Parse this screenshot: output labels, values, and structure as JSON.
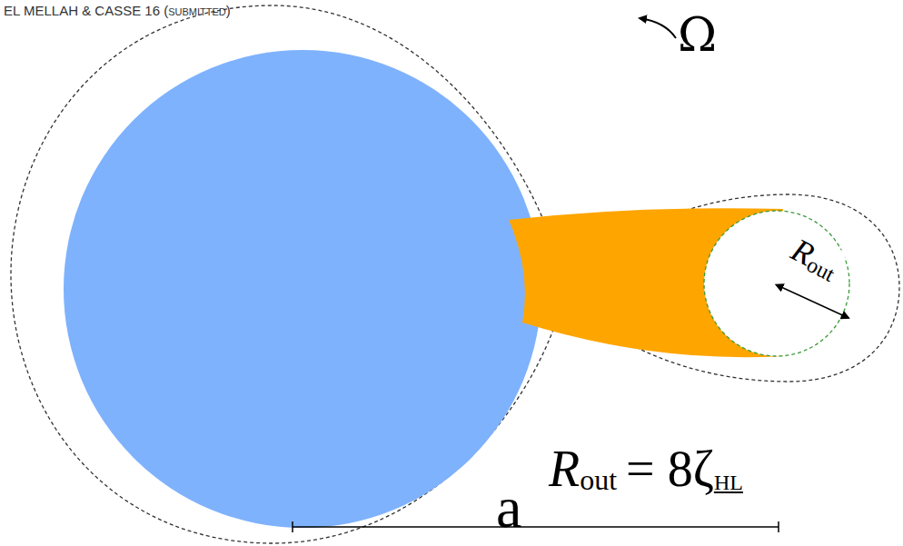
{
  "diagram": {
    "labels": [
      "EL MELLAH & CASSE 16 (submitted)",
      "Ω",
      "R",
      "out",
      "a",
      "R",
      "out",
      "= 8ζ",
      "HL"
    ]
  }
}
